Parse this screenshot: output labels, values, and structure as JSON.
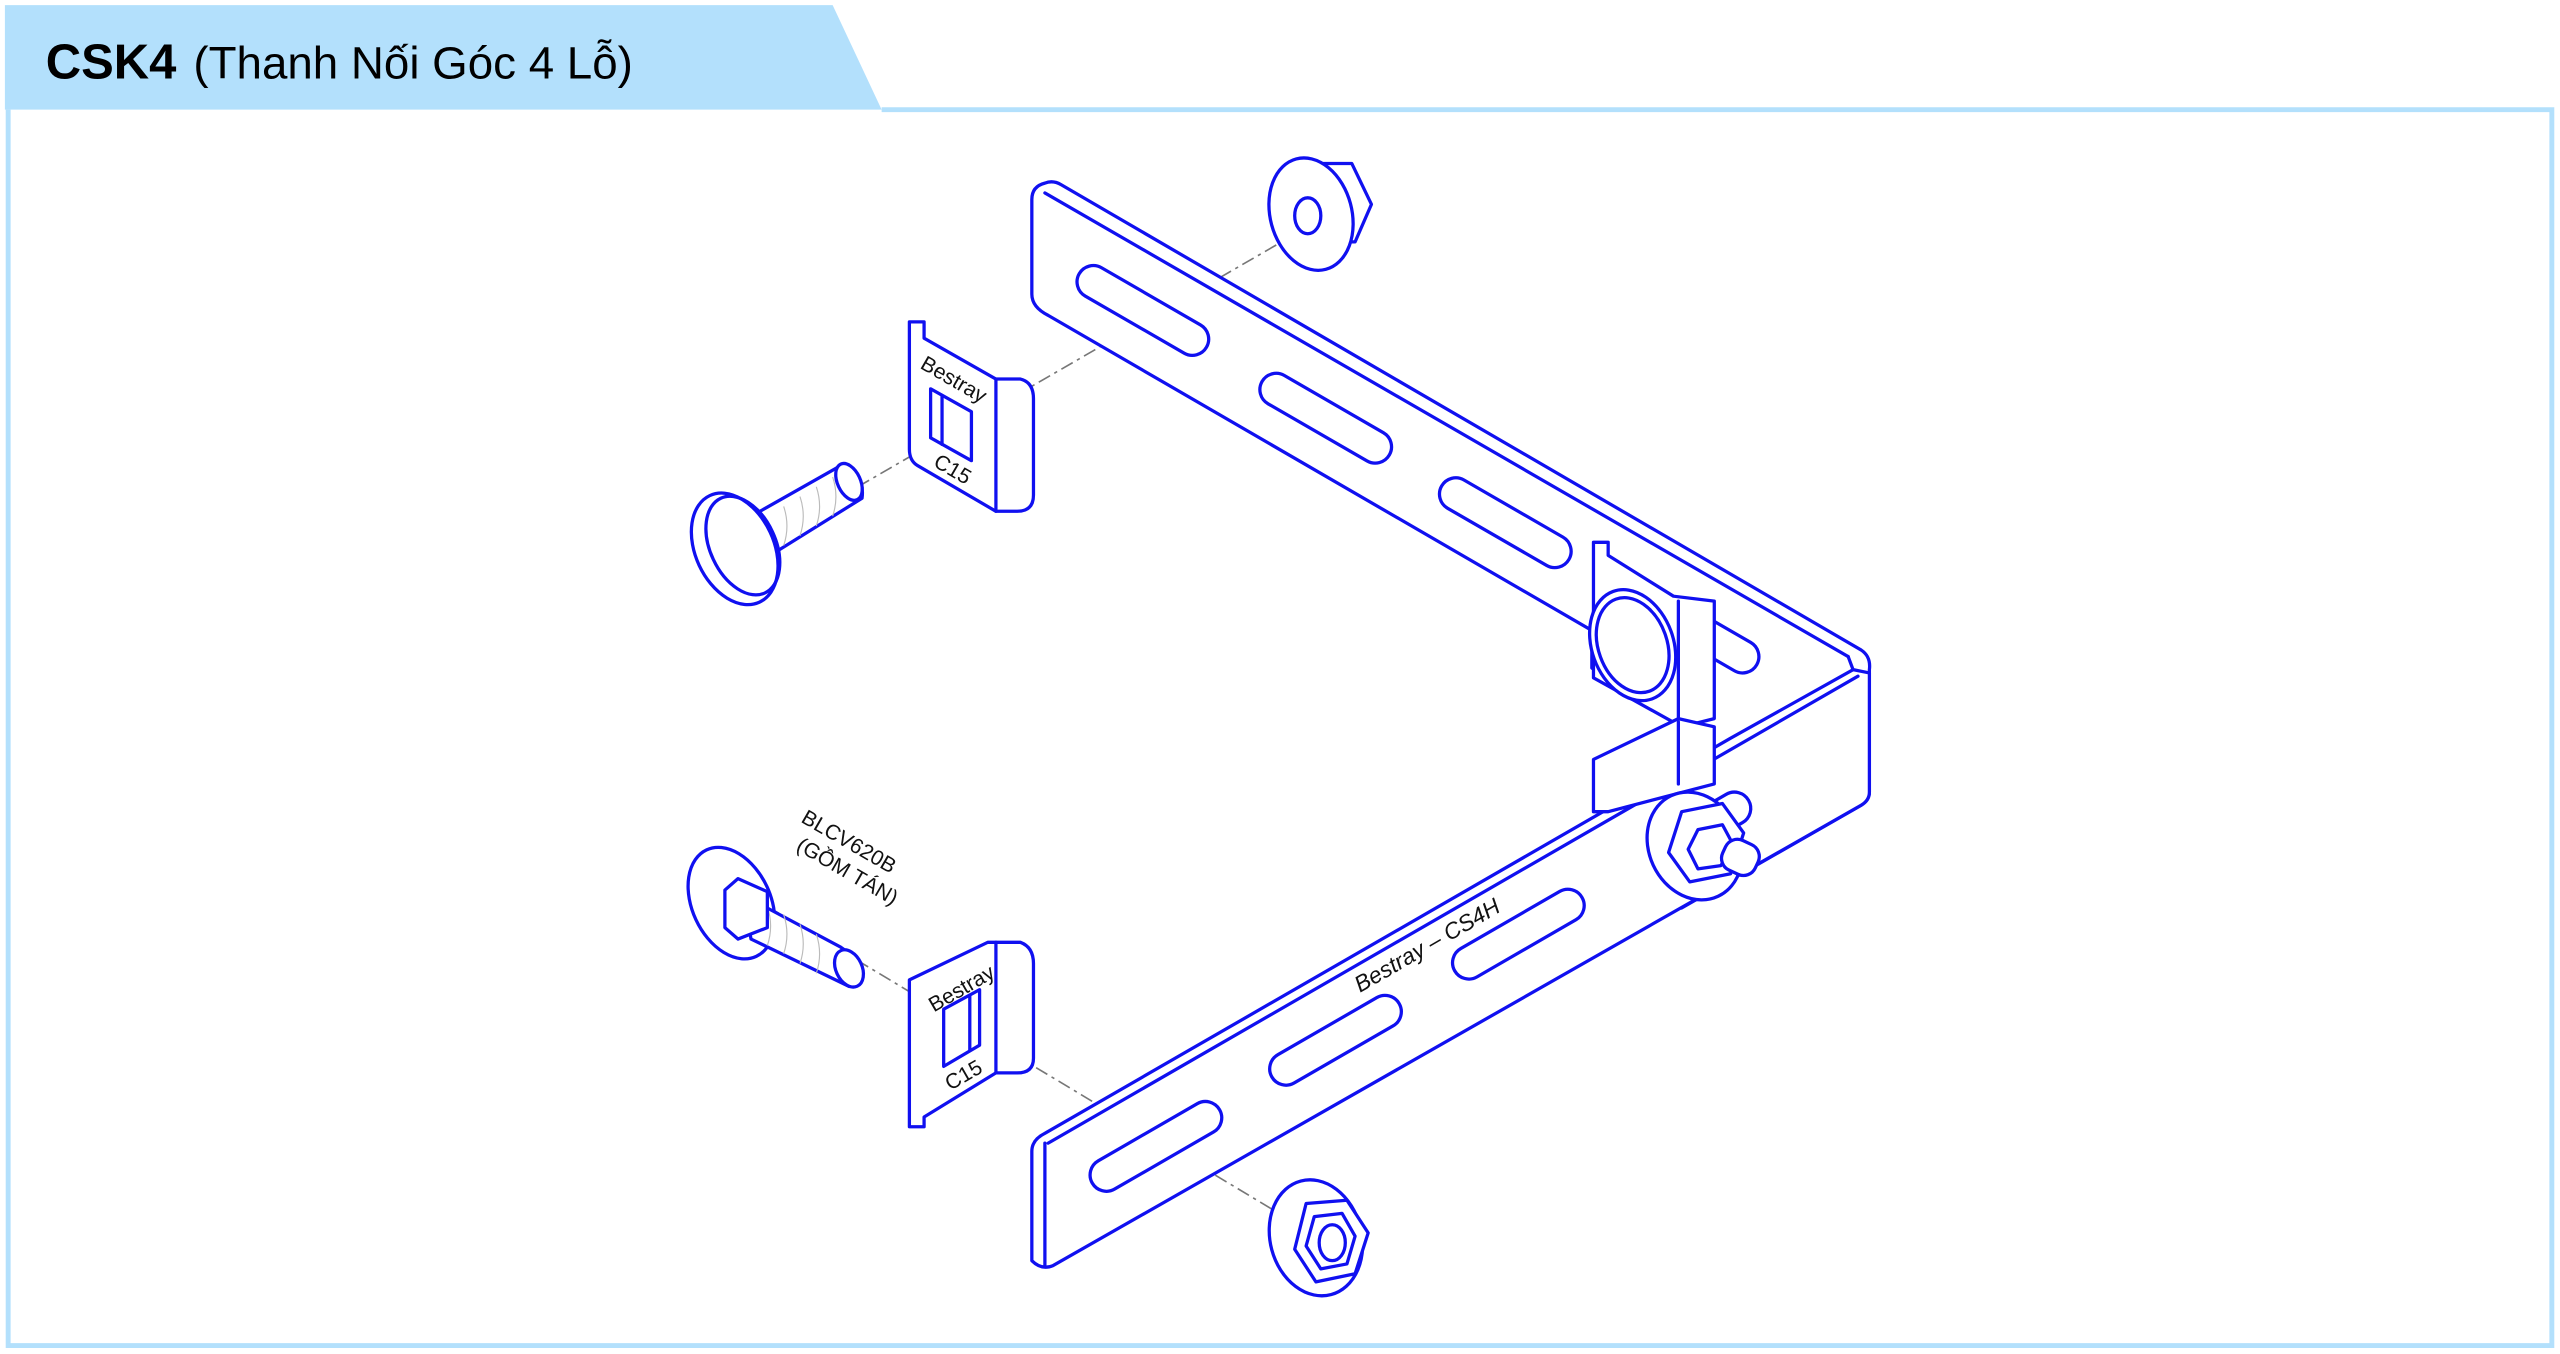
{
  "header": {
    "code": "CSK4",
    "name": "(Thanh Nối Góc 4 Lỗ)",
    "background_color": "#b3e0fc"
  },
  "frame": {
    "border_color": "#b3e0fc"
  },
  "drawing": {
    "line_color": "#1010f0",
    "upper_plate": {
      "brand": "Bestray",
      "code": "C15"
    },
    "lower_plate": {
      "brand": "Bestray",
      "code": "C15"
    },
    "bolt_label": {
      "line1": "BLCV620B",
      "line2": "(GỒM TÁN)"
    },
    "bracket_mark": "Bestray – CS4H"
  }
}
